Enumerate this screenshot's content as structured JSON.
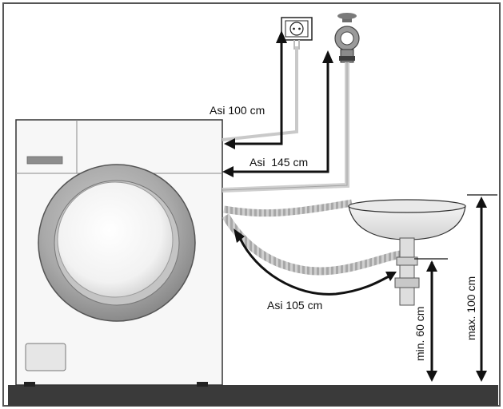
{
  "labels": {
    "plug_distance": "Asi 100 cm",
    "tap_distance": "Asi  145 cm",
    "drain_distance": "Asi 105 cm",
    "min_height": "min. 60 cm",
    "max_height": "max. 100 cm"
  },
  "icons": [
    "power-socket-icon",
    "water-tap-icon",
    "washing-machine-icon",
    "sink-icon",
    "drain-trap-icon"
  ],
  "colors": {
    "line": "#111111",
    "frame": "#555555",
    "floor": "#3a3a3a",
    "hose": "#bdbdbd",
    "door_ring": "#9a9a9a"
  }
}
